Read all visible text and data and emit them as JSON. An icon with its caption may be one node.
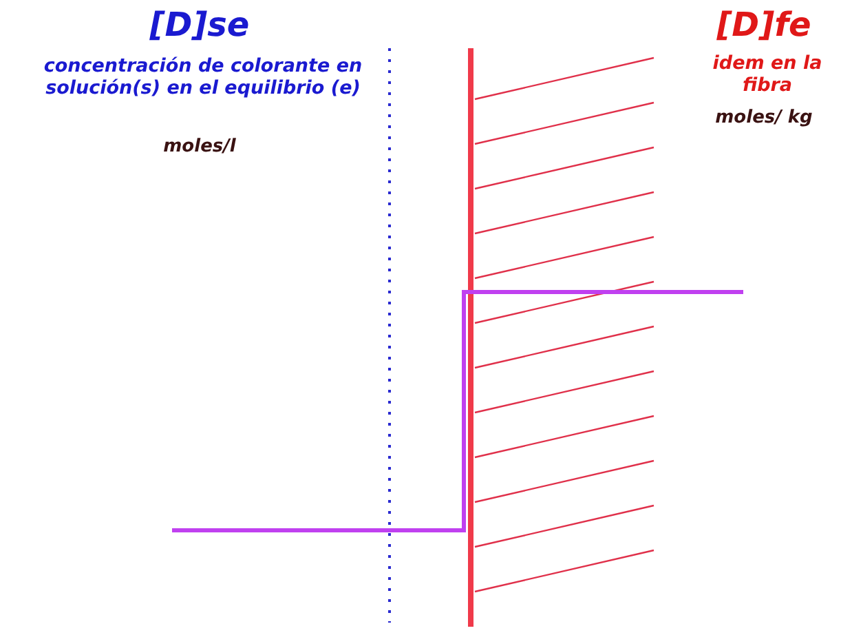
{
  "diagram": {
    "labels": [
      "[D]se",
      "concentración de colorante en solución(s) en el equilibrio (e)",
      "moles/l",
      "[D]fe",
      "idem en la fibra",
      "moles/ kg"
    ]
  }
}
